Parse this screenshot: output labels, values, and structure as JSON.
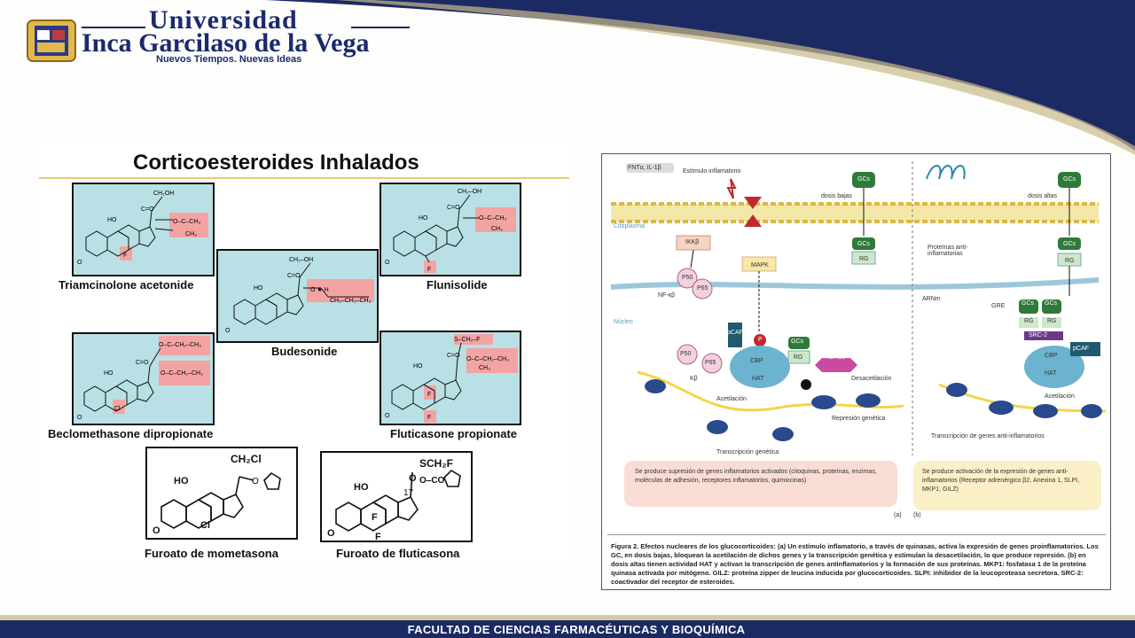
{
  "header": {
    "university_line1": "Universidad",
    "university_line2": "Inca Garcilaso de la Vega",
    "slogan": "Nuevos Tiempos. Nuevas Ideas"
  },
  "footer": {
    "faculty": "FACULTAD DE CIENCIAS FARMACÉUTICAS Y BIOQUÍMICA"
  },
  "left": {
    "title": "Corticoesteroides Inhalados",
    "molecules": [
      {
        "name": "Triamcinolone acetonide"
      },
      {
        "name": "Budesonide"
      },
      {
        "name": "Flunisolide"
      },
      {
        "name": "Beclomethasone dipropionate"
      },
      {
        "name": "Fluticasone propionate"
      },
      {
        "name": "Furoato de mometasona"
      },
      {
        "name": "Furoato de fluticasona"
      }
    ]
  },
  "figure": {
    "tnf_label": "FNTα, IL-1β",
    "stimulus": "Estímulo inflamatorio",
    "gcs": "GCs",
    "low_dose": "dosis bajas",
    "high_dose": "dosis altas",
    "cytoplasm": "Citoplasma",
    "nucleus": "Núcleo",
    "ikkb": "IKKβ",
    "p50": "P50",
    "p65": "P65",
    "nfkb": "NF-κβ",
    "mapk": "MAPK",
    "rg": "RG",
    "pcaf": "pCAF",
    "p": "P",
    "cbp": "CBP",
    "hat": "HAT",
    "hdacs": "HDACs",
    "kb": "Kβ",
    "acetilacion": "Acetilación",
    "desacetilacion": "Desacetilación",
    "represion": "Represión genética",
    "transcripcion": "Transcripción genética",
    "proteinas": "Proteínas anti-inflamatorias",
    "arnm": "ARNm",
    "gre": "GRE",
    "src2": "SRC-2",
    "transcripcion_anti": "Transcripción de genes anti-inflamatorios",
    "box_left": "Se produce supresión de genes inflamatorios activados (citoquinas, proteínas, enzimas, moléculas de adhesión, receptores inflamatorios, quimiocinas)",
    "box_right": "Se produce activación de la expresión de genes anti-inflamatorios (Receptor adrenérgico β2, Anexina 1, SLPI, MKP1, GILZ)",
    "label_a": "(a)",
    "label_b": "(b)",
    "caption": "Figura 2. Efectos nucleares de los glucocorticoides: (a) Un estímulo inflamatorio, a través de quinasas, activa la expresión de genes proinflamatorios. Los GC, en dosis bajas, bloquean la acetilación de dichos genes y la transcripción genética y estimulan la desacetilación, lo que produce represión. (b) en dosis altas tienen actividad HAT y activan la transcripción de genes antinflamatorios y la formación de sus proteínas. MKP1: fosfatasa 1 de la proteína quinasa activada por mitógeno. GILZ: proteína zipper de leucina inducida por glucocorticoides. SLPI: inhibidor de la leucoproteasa secretora. SRC-2: coactivador del receptor de esteroides."
  },
  "colors": {
    "navy": "#1c2a63",
    "gold": "#d7c9a0",
    "teal_box": "#b9e0e4",
    "highlight": "#f4a3a3"
  }
}
